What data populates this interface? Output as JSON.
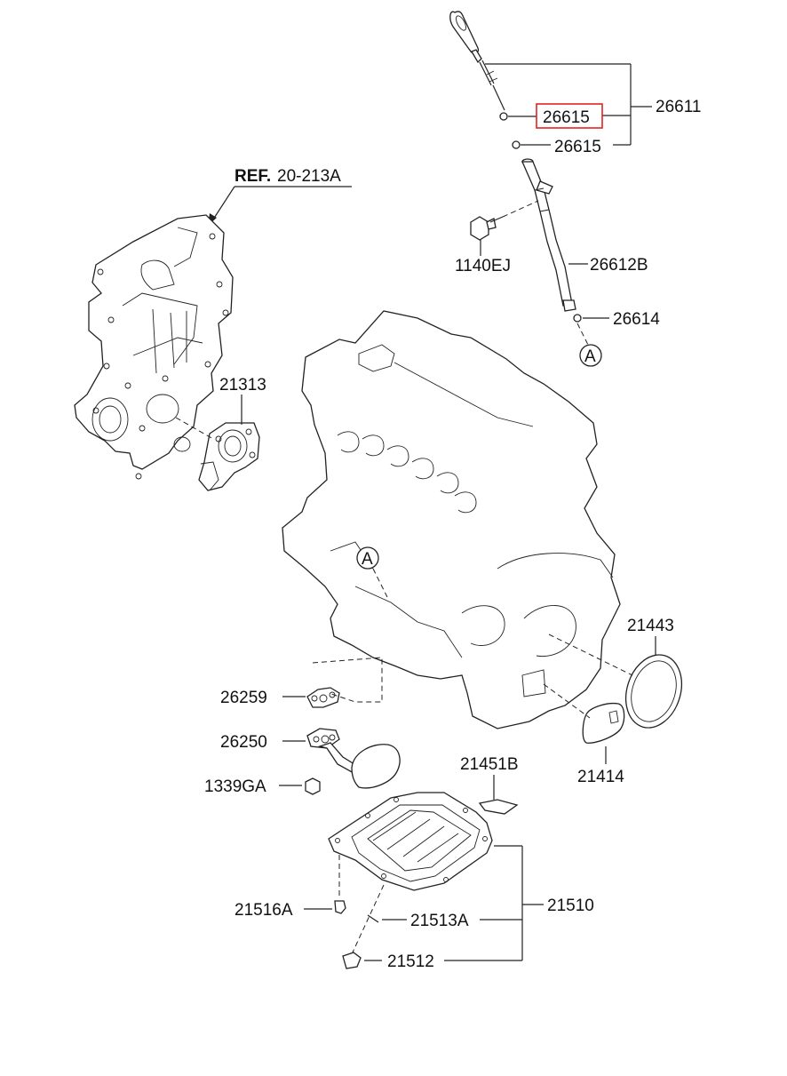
{
  "diagram": {
    "reference": {
      "prefix": "REF.",
      "code": "20-213A"
    },
    "callouts": {
      "dipstick_assy": "26611",
      "oring_highlighted": "26615",
      "oring_lower": "26615",
      "bolt": "1140EJ",
      "guide_tube": "26612B",
      "oring_tube": "26614",
      "oil_pump": "21313",
      "gasket_strainer": "26259",
      "oil_strainer": "26250",
      "nut": "1339GA",
      "oil_seal": "21443",
      "cover": "21414",
      "bracket": "21451B",
      "oil_pan": "21510",
      "pan_bolt": "21516A",
      "drain_gasket": "21513A",
      "drain_plug": "21512"
    },
    "marker_a_top": "A",
    "marker_a_engine": "A",
    "highlight_color": "#e32222"
  }
}
